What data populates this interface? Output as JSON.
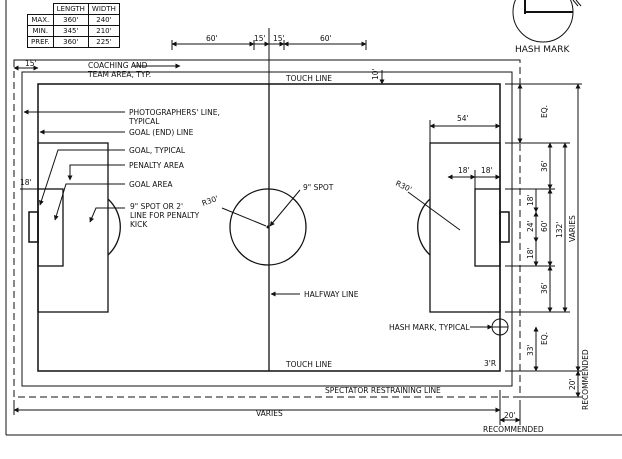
{
  "table": {
    "headers": [
      "LENGTH",
      "WIDTH"
    ],
    "rows": [
      {
        "label": "MAX.",
        "length": "360'",
        "width": "240'"
      },
      {
        "label": "MIN.",
        "length": "345'",
        "width": "210'"
      },
      {
        "label": "PREF.",
        "length": "360'",
        "width": "225'"
      }
    ]
  },
  "hash_mark_title": "HASH MARK",
  "labels": {
    "dim_60_left": "60'",
    "dim_15_left": "15'",
    "dim_15_right": "15'",
    "dim_60_right": "60'",
    "dim_15_corner": "15'",
    "coaching_1": "COACHING AND",
    "coaching_2": "TEAM AREA, TYP.",
    "touch_line_top": "TOUCH LINE",
    "dim_10": "10'",
    "photographers_1": "PHOTOGRAPHERS' LINE,",
    "photographers_2": "TYPICAL",
    "goal_end_line": "GOAL (END) LINE",
    "goal_typical": "GOAL, TYPICAL",
    "penalty_area": "PENALTY AREA",
    "goal_area": "GOAL AREA",
    "dim_18_left": "18'",
    "spot_1": "9\" SPOT OR 2'",
    "spot_2": "LINE FOR PENALTY",
    "spot_3": "KICK",
    "r30_left": "R30'",
    "spot_9": "9\" SPOT",
    "r30_right": "R30'",
    "dim_54": "54'",
    "dim_18_a": "18'",
    "dim_18_b": "18'",
    "eq_top": "EQ.",
    "dim_36_top": "36'",
    "dim_18_r1": "18'",
    "dim_24": "24'",
    "dim_60_v": "60'",
    "dim_18_r2": "18'",
    "dim_132": "132'",
    "varies_v": "VARIES",
    "dim_36_bot": "36'",
    "halfway_line": "HALFWAY LINE",
    "hash_typical": "HASH MARK, TYPICAL",
    "dim_33": "33'",
    "eq_bot": "EQ.",
    "touch_line_bottom": "TOUCH LINE",
    "dim_3r": "3'R",
    "spectator": "SPECTATOR RESTRAINING LINE",
    "dim_20_v": "20'",
    "recommended_v": "RECOMMENDED",
    "varies_h": "VARIES",
    "dim_20_h": "20'",
    "recommended_h": "RECOMMENDED"
  },
  "colors": {
    "ink": "#111111",
    "paper": "#ffffff"
  }
}
